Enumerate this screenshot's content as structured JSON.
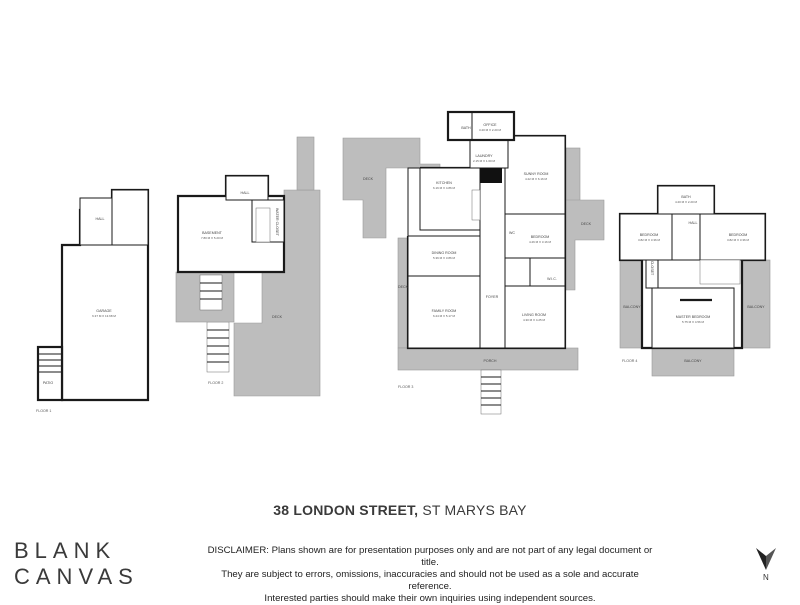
{
  "address": {
    "street": "38 LONDON STREET,",
    "suburb": " ST MARYS BAY"
  },
  "brand": {
    "line1": "BLANK",
    "line2": "CANVAS"
  },
  "disclaimer": {
    "line1": "DISCLAIMER: Plans shown are for presentation purposes only and are not part of any legal document or title.",
    "line2": "They are subject to errors, omissions, inaccuracies and should not be used as a sole and accurate reference.",
    "line3": "Interested parties should make their own inquiries using independent sources."
  },
  "north": {
    "label": "N",
    "icon": "north-arrow-icon"
  },
  "floor1": {
    "label": "FLOOR 1",
    "garage": {
      "name": "GARAGE",
      "size": "6.37 M X 13.68 M"
    },
    "hall": "HALL",
    "patio": "PATIO"
  },
  "floor2": {
    "label": "FLOOR 2",
    "basement": {
      "name": "BASEMENT",
      "size": "7.80 M X 5.20 M"
    },
    "hall": "HALL",
    "water_closet": "WATER CLOSET",
    "deck": "DECK"
  },
  "floor3": {
    "label": "FLOOR 3",
    "bath": "BATH",
    "office": {
      "name": "OFFICE",
      "size": "3.20 M X 2.20 M"
    },
    "laundry": {
      "name": "LAUNDRY",
      "size": "2.15 M X 1.60 M"
    },
    "sunny_room": {
      "name": "SUNNY ROOM",
      "size": "4.22 M X 6.16 M"
    },
    "kitchen": {
      "name": "KITCHEN",
      "size": "6.16 M X 4.86 M"
    },
    "dining_room": {
      "name": "DINING ROOM",
      "size": "5.36 M X 3.86 M"
    },
    "bedroom": {
      "name": "BEDROOM",
      "size": "4.26 M X 3.16 M"
    },
    "wc": "WC",
    "wic": "W.I.C.",
    "family_room": {
      "name": "FAMILY ROOM",
      "size": "6.24 M X 5.17 M"
    },
    "living_room": {
      "name": "LIVING ROOM",
      "size": "4.30 M X 4.25 M"
    },
    "foyer": "FOYER",
    "porch": "PORCH",
    "deck": "DECK",
    "deck_right": "DECK",
    "deck_left": "DECK"
  },
  "floor4": {
    "label": "FLOOR 4",
    "bath": {
      "name": "BATH",
      "size": "4.20 M X 2.20 M"
    },
    "hall": "HALL",
    "bedroom_left": {
      "name": "BEDROOM",
      "size": "3.82 M X 3.36 M"
    },
    "bedroom_right": {
      "name": "BEDROOM",
      "size": "3.82 M X 3.36 M"
    },
    "closet": "CLOSET",
    "master_bedroom": {
      "name": "MASTER BEDROOM",
      "size": "5.75 M X 4.56 M"
    },
    "balcony_left": "BALCONY",
    "balcony_right": "BALCONY",
    "balcony_bottom": "BALCONY"
  }
}
